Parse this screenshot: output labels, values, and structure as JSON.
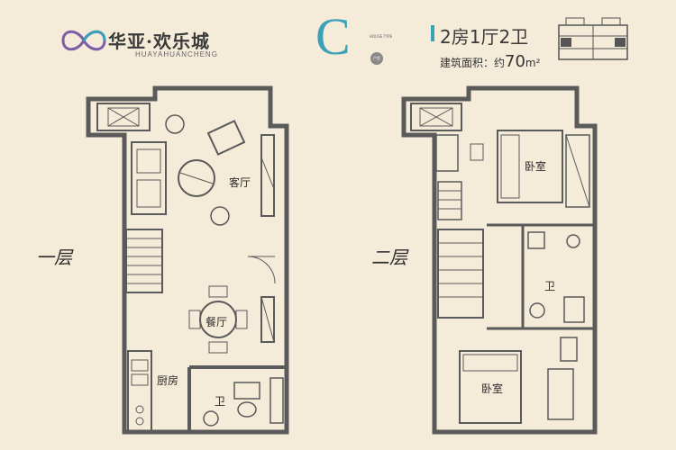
{
  "header": {
    "brand_name": "华亚·欢乐城",
    "brand_sub": "HUAYAHUANCHENG",
    "unit_type": "C",
    "unit_type_small": "HOUSE TYPE",
    "unit_badge": "户型",
    "layout": "2房1厅2卫",
    "area_label": "建筑面积：约",
    "area_value": "70",
    "area_unit": "m²"
  },
  "floors": {
    "first": {
      "label": "一层"
    },
    "second": {
      "label": "二层"
    }
  },
  "rooms": {
    "living": "客厅",
    "dining": "餐厅",
    "kitchen": "厨房",
    "bath1": "卫",
    "bedroom_top": "卧室",
    "bath2": "卫",
    "bedroom_bottom": "卧室"
  },
  "colors": {
    "background": "#f5ebd9",
    "accent": "#3aa1b8",
    "wall": "#5a5a5a",
    "fixture": "#7a7a7a"
  }
}
